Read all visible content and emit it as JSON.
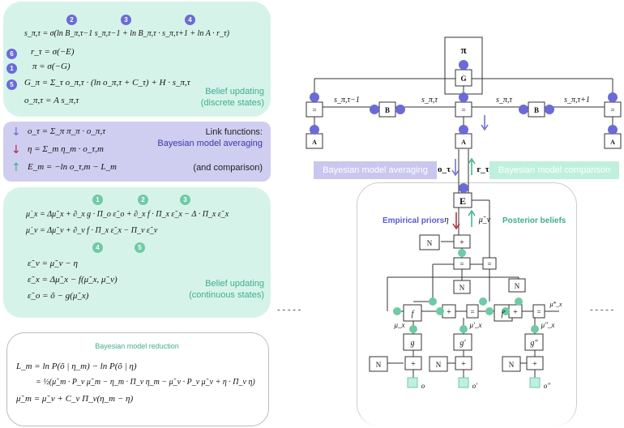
{
  "panels": {
    "discrete": {
      "eq1": "s_π,τ = σ(ln B_π,τ−1 s_π,τ−1 + ln B_π,τ · s_π,τ+1 + ln A · r_τ)",
      "eq2": "r_τ = σ(−E)",
      "eq3": "π = σ(−G)",
      "eq4": "G_π = Σ_τ o_π,τ · (ln o_π,τ + C_τ) + H · s_π,τ",
      "eq5": "o_π,τ = A s_π,τ",
      "label": "Belief updating\n(discrete states)",
      "badges": [
        "2",
        "3",
        "4",
        "6",
        "1",
        "5"
      ]
    },
    "link": {
      "eq1": "o_τ = Σ_π π_π · o_π,τ",
      "eq2": "η = Σ_m η_m · o_τ,m",
      "eq3": "E_m = −ln o_τ,m − L_m",
      "label_title": "Link functions:",
      "label_sub": "Bayesian model averaging",
      "label_note": "(and comparison)"
    },
    "continuous": {
      "eq1": "μ̇_x = Δμ̃_x + ∂_x g · Π_o ε̃_o + ∂_x f · Π_x ε̃_x − Δ · Π_x ε̃_x",
      "eq2": "μ̇_v = Δμ̃_v + ∂_v f · Π_x ε̃_x − Π_v ε̃_v",
      "eq3": "ε̃_v = μ̃_v − η",
      "eq4": "ε̃_x = Δμ̃_x − f(μ̃_x, μ̃_v)",
      "eq5": "ε̃_o = õ − g(μ̃_x)",
      "label": "Belief updating\n(continuous states)",
      "badges_top": [
        "1",
        "2",
        "3"
      ],
      "badges_bottom": [
        "4",
        "5"
      ]
    },
    "reduction": {
      "title": "Bayesian model reduction",
      "eq1": "L_m = ln P(õ | η_m) − ln P(õ | η)",
      "eq2": "= ½(μ̃_m · P_v μ̃_m − η_m · Π_v η_m − μ̃_v · P_v μ̃_v + η · Π_v η)",
      "eq3": "μ̃_m = μ̃_v + C_v Π_v(η_m − η)"
    }
  },
  "graph": {
    "pi_label": "π",
    "G_label": "G",
    "eq_symbol": "=",
    "A_label": "A",
    "B_label": "B",
    "E_label": "E",
    "N_label": "N",
    "plus": "+",
    "s_prev": "s_π,τ−1",
    "s_cur": "s_π,τ",
    "s_next": "s_π,τ+1",
    "o_tau": "o_τ",
    "r_tau": "r_τ",
    "eta": "η",
    "mu_v": "μ̃_v",
    "f": "f",
    "f_prime": "f′",
    "g": "g",
    "g_prime": "g′",
    "g_double": "g″",
    "mu_x": "μ_x",
    "mu_x_p": "μ′_x",
    "mu_x_pp": "μ″_x",
    "mu_x_ppp": "μ‴_x",
    "o": "o",
    "o_p": "o′",
    "o_pp": "o″",
    "bma": "Bayesian model averaging",
    "bmc": "Bayesian model comparison",
    "empirical_priors": "Empirical priors",
    "posterior_beliefs": "Posterior beliefs",
    "dashes_left": "- - - - -",
    "dashes_right": "- - - - -"
  },
  "colors": {
    "purple": "#6b6bd6",
    "teal": "#6fcaa6",
    "red": "#b0283a",
    "panel_teal": "#d6f3ea",
    "panel_purple": "#cfcdf0"
  }
}
